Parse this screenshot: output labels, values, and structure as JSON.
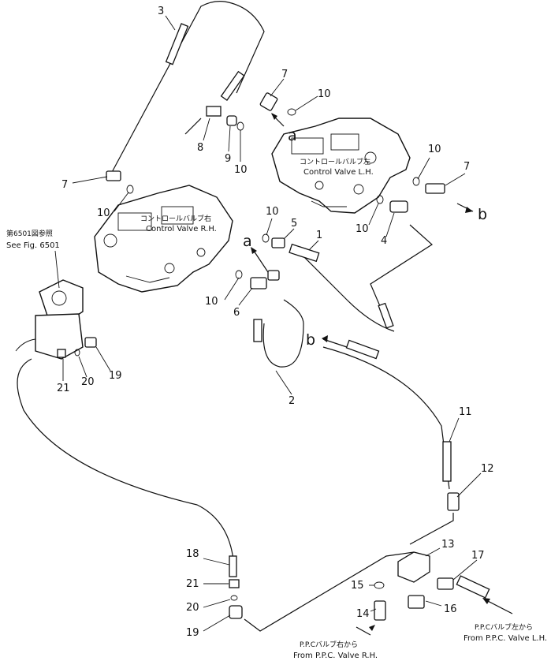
{
  "callouts": {
    "n1": "1",
    "n2": "2",
    "n3": "3",
    "n4": "4",
    "n5": "5",
    "n6": "6",
    "n7a": "7",
    "n7b": "7",
    "n7c": "7",
    "n8": "8",
    "n9": "9",
    "n10a": "10",
    "n10b": "10",
    "n10c": "10",
    "n10d": "10",
    "n10e": "10",
    "n10f": "10",
    "n10g": "10",
    "n11": "11",
    "n12": "12",
    "n13": "13",
    "n14": "14",
    "n15": "15",
    "n16": "16",
    "n17": "17",
    "n18": "18",
    "n19a": "19",
    "n19b": "19",
    "n20a": "20",
    "n20b": "20",
    "n21a": "21",
    "n21b": "21"
  },
  "letters": {
    "a1": "a",
    "a2": "a",
    "b1": "b",
    "b2": "b"
  },
  "labels": {
    "cv_lh_jp": "コントロールバルブ左",
    "cv_lh_en": "Control Valve L.H.",
    "cv_rh_jp": "コントロールバルブ右",
    "cv_rh_en": "Control Valve R.H.",
    "fig_jp": "第6501図参照",
    "fig_en": "See Fig. 6501",
    "ppc_lh_jp": "P.P.Cバルブ左から",
    "ppc_lh_en": "From P.P.C. Valve L.H.",
    "ppc_rh_jp": "P.P.Cバルブ右から",
    "ppc_rh_en": "From P.P.C. Valve R.H."
  }
}
